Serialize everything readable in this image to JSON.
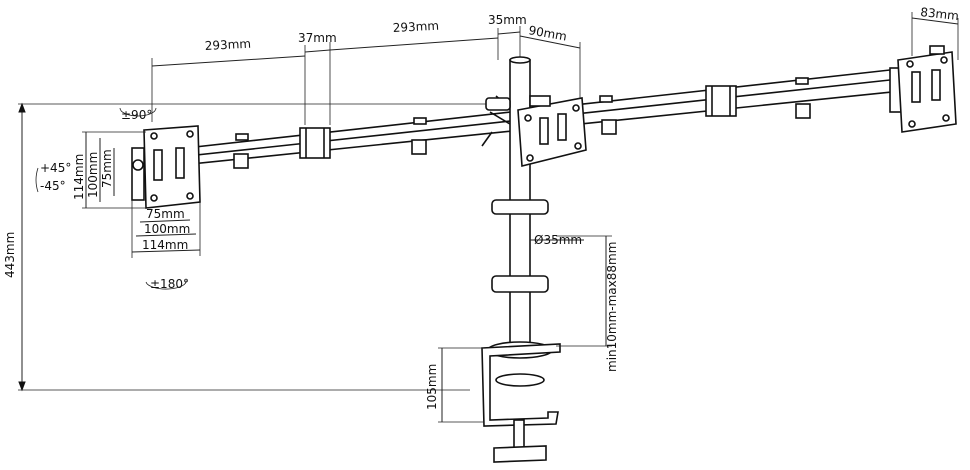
{
  "diagram": {
    "arm_left_length": "293mm",
    "joint_width": "37mm",
    "arm_right_length": "293mm",
    "pole_offset": "35mm",
    "center_vesa_offset": "90mm",
    "right_plate_width": "83mm",
    "total_height": "443mm",
    "tilt_range": "±90°",
    "tilt_up": "+45°",
    "tilt_down": "-45°",
    "rotation": "±180°",
    "vesa_114_h": "114mm",
    "vesa_100_h": "100mm",
    "vesa_75_h": "75mm",
    "vesa_75_w": "75mm",
    "vesa_100_w": "100mm",
    "vesa_114_w": "114mm",
    "pole_diameter": "Ø35mm",
    "desk_thickness": "min10mm-max88mm",
    "clamp_height": "105mm"
  }
}
